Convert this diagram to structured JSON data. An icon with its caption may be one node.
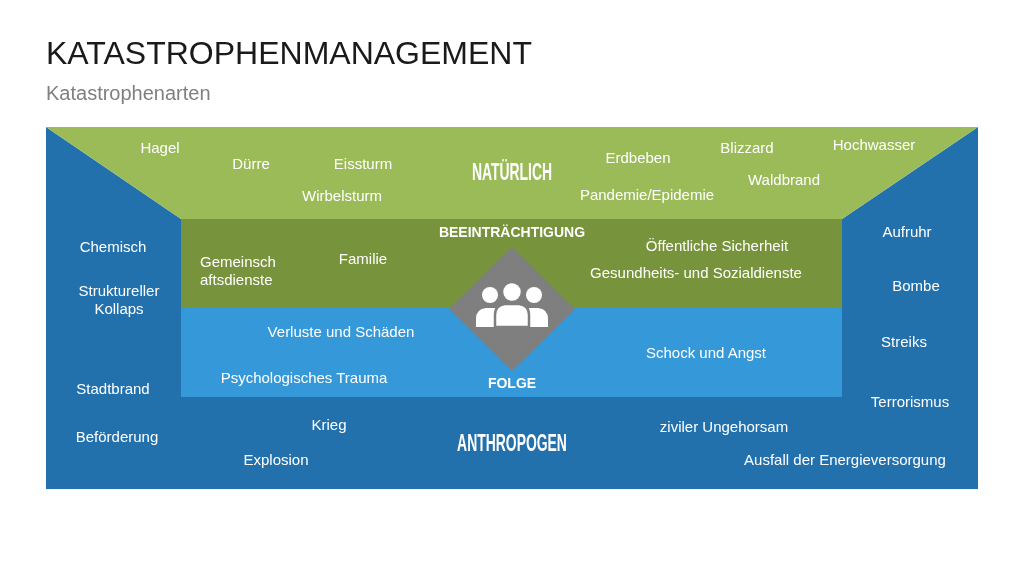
{
  "diagram": {
    "title": "KATASTROPHENMANAGEMENT",
    "nodes": [
      {
        "text": [
          "Hagel",
          "Dürre",
          "Eissturm",
          "Erdbeben",
          "Blizzard",
          "Hochwasser",
          "NATÜRLICH",
          "Waldbrand",
          "Wirbelsturm",
          "Pandemie/Epidemie"
        ]
      },
      {
        "text": [
          "BEEINTRÄCHTIGUNG",
          "Öffentliche Sicherheit",
          "Gemeinsch aftsdienste",
          "Familie",
          "Gesundheits- und Sozialdienste"
        ]
      },
      {
        "text": [],
        "shape": "diamond"
      },
      {
        "text": [
          "Verluste und Schäden",
          "Schock und Angst",
          "Psychologisches Trauma",
          "FOLGE"
        ]
      },
      {
        "text": [
          "Chemisch",
          "Aufruhr",
          "Struktureller Kollaps",
          "Bombe",
          "Streiks",
          "Stadtbrand",
          "Terrorismus",
          "Beförderung",
          "Krieg",
          "ANTHROPOGEN",
          "ziviler Ungehorsam",
          "Explosion",
          "Ausfall der Energieversorgung"
        ]
      }
    ],
    "labels": [
      "Katastrophenarten"
    ]
  }
}
